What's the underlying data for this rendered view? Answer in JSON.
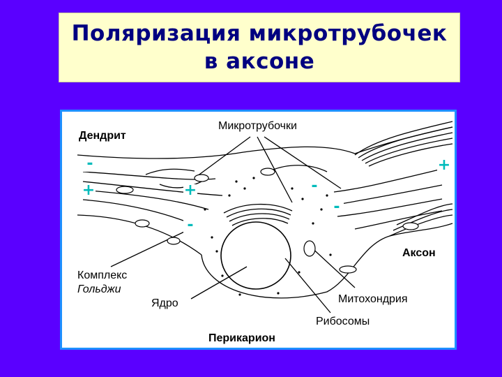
{
  "title": {
    "line1": "Поляризация микротрубочек",
    "line2": "в аксоне"
  },
  "labels": {
    "dendrite": "Дендрит",
    "microtubules": "Микротрубочки",
    "axon": "Аксон",
    "golgi_line1": "Комплекс",
    "golgi_line2": "Гольджи",
    "nucleus": "Ядро",
    "mitochondria": "Митохондрия",
    "ribosomes": "Рибосомы",
    "perikaryon": "Перикарион"
  },
  "polarity_markers": {
    "minus_dendrite_top": "-",
    "plus_dendrite_left": "+",
    "plus_dendrite_mid": "+",
    "minus_dendrite_bottom": "-",
    "minus_axon_left": "-",
    "plus_axon_right": "+",
    "minus_axon_lower": "-"
  },
  "colors": {
    "background": "#5a00ff",
    "title_box": "#ffffcc",
    "title_text": "#000080",
    "figure_border": "#1e90ff",
    "marker_color": "#00bbbb"
  }
}
